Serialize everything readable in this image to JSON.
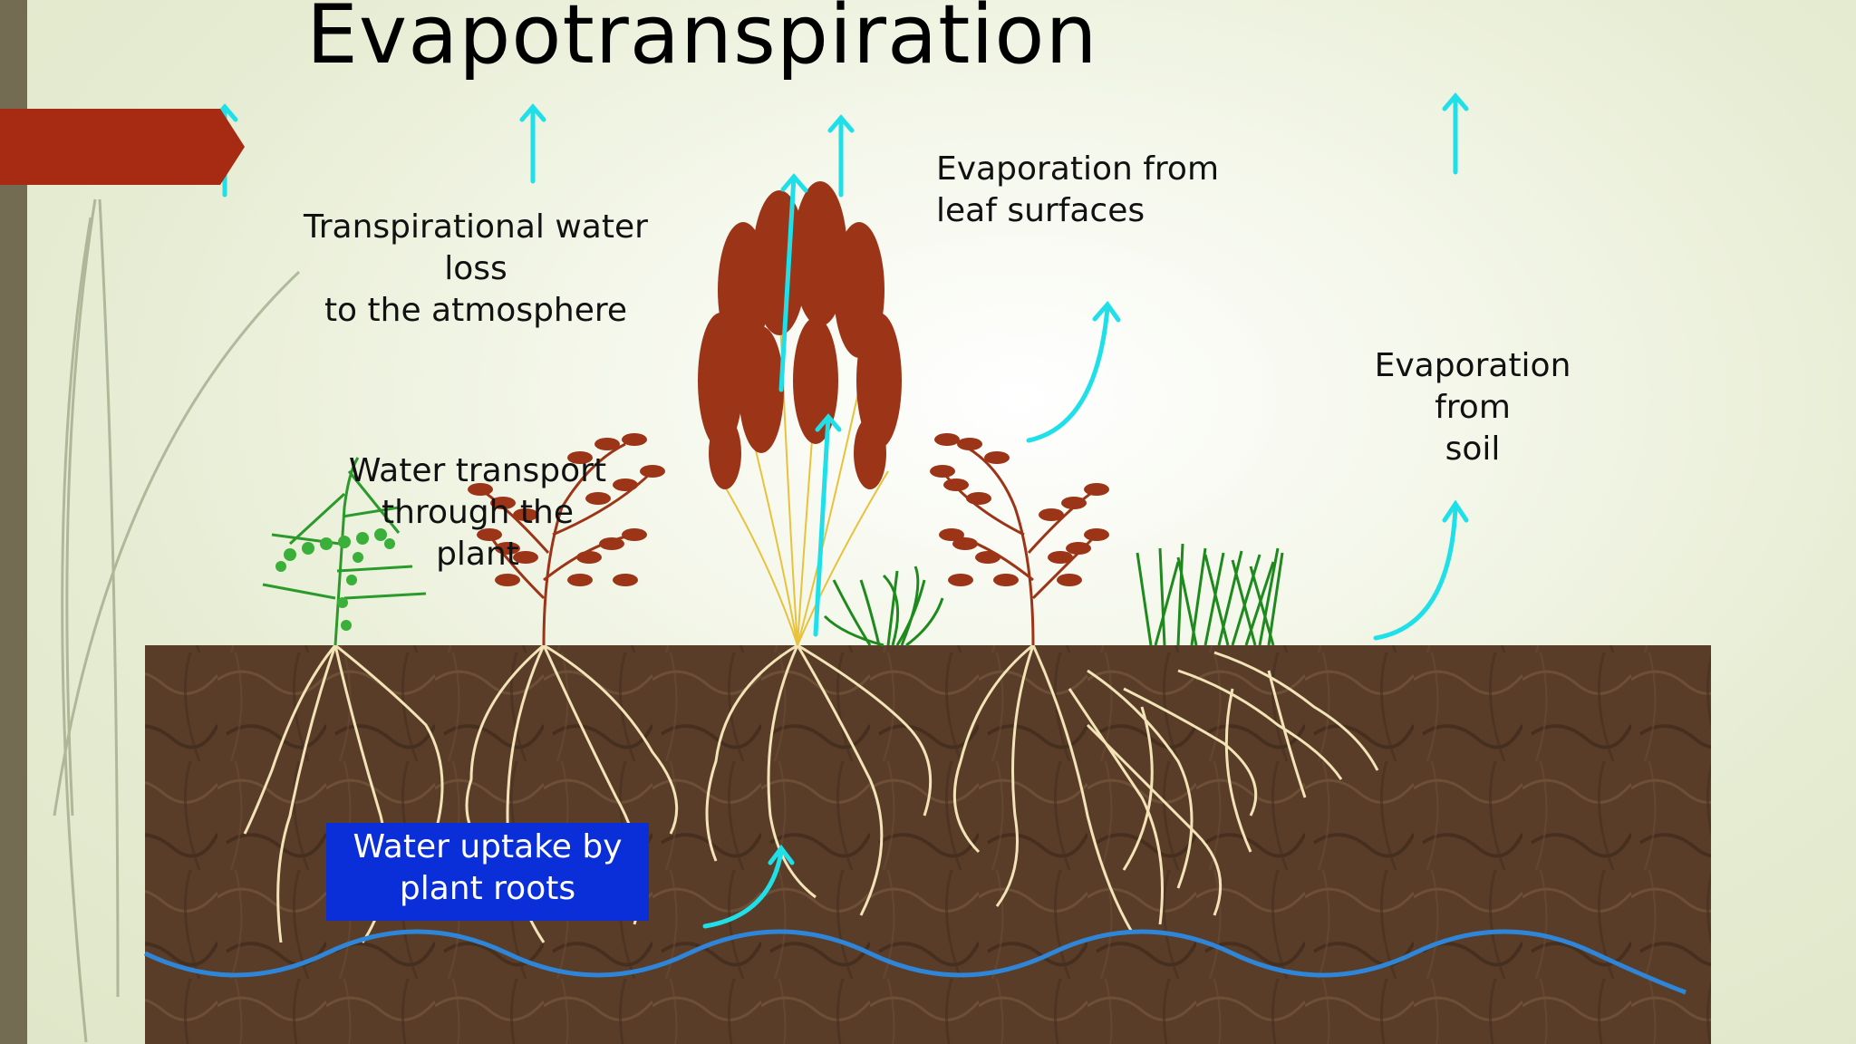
{
  "slide": {
    "title": "Evapotranspiration",
    "labels": {
      "transpiration": [
        "Transpirational water loss",
        "to the atmosphere"
      ],
      "leaf_evaporation": [
        "Evaporation from",
        "leaf surfaces"
      ],
      "soil_evaporation": [
        "Evaporation from",
        "soil"
      ],
      "water_transport": [
        "Water transport",
        "through the plant"
      ],
      "root_uptake": [
        "Water uptake by",
        "plant roots"
      ]
    }
  },
  "colors": {
    "arrow": "#1fe0e8",
    "soil": "#5a3d28",
    "roots": "#f3e4b8",
    "water_table": "#2f86d8",
    "foliage_red": "#9c3518",
    "grass_green": "#1e8a1e",
    "uptake_box": "#0a2fd8",
    "accent_tab": "#a62b12"
  }
}
